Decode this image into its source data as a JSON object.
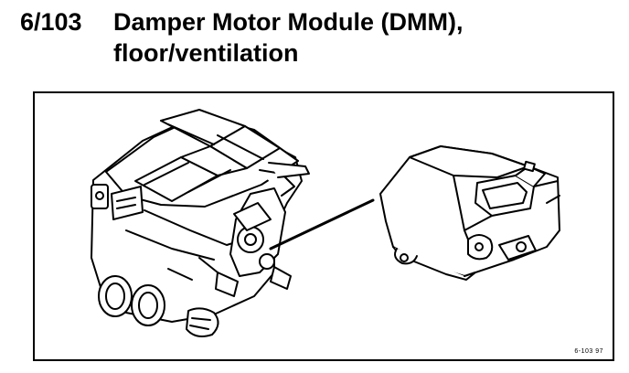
{
  "header": {
    "section_number": "6/103",
    "title_line_1": "Damper Motor Module (DMM),",
    "title_line_2": "floor/ventilation"
  },
  "figure": {
    "code": "6-103  97",
    "icons": [
      "hvac-unit-drawing",
      "damper-motor-module-drawing",
      "leader-line"
    ]
  }
}
